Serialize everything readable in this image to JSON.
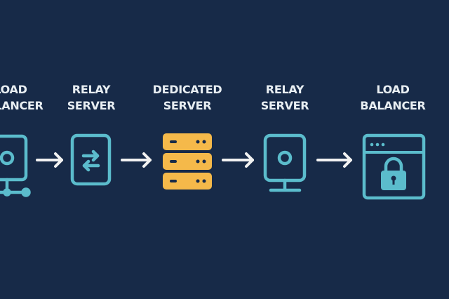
{
  "colors": {
    "background": "#172a48",
    "accent": "#5bbccc",
    "highlight": "#f5b94a",
    "arrow": "#f2f2f2",
    "text": "#e8eef2"
  },
  "nodes": [
    {
      "line1": "LOAD",
      "line2": "BALANCER",
      "icon": "monitor-network-icon"
    },
    {
      "line1": "RELAY",
      "line2": "SERVER",
      "icon": "swap-arrows-icon"
    },
    {
      "line1": "DEDICATED",
      "line2": "SERVER",
      "icon": "server-stack-icon"
    },
    {
      "line1": "RELAY",
      "line2": "SERVER",
      "icon": "monitor-icon"
    },
    {
      "line1": "LOAD",
      "line2": "BALANCER",
      "icon": "browser-lock-icon"
    }
  ]
}
